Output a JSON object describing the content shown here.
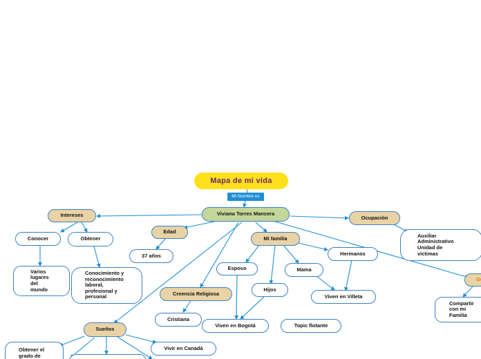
{
  "title": "Mapa de mi vida",
  "link_label": "Mi Nombre es",
  "central": "Viviana Torres Mancera",
  "branches": {
    "intereses": "Intereses",
    "conocer": "Conocer",
    "conocer_detail": "Varios lugares del mundo",
    "obtener": "Obtener",
    "obtener_detail": "Conocimiento y reconocimiento laboral, profesional y personal",
    "edad": "Edad",
    "edad_value": "37 años",
    "religion": "Creencia Religiosa",
    "religion_value": "Cristiana",
    "suenos": "Sueños",
    "suenos_grado": "Obtener el grado de",
    "suenos_canada": "Vivir en Canadá",
    "familia": "Mi familia",
    "esposo": "Esposo",
    "hijos": "Hijos",
    "mama": "Mama",
    "hermanos": "Hermanos",
    "bogota": "Viven en Bogotá",
    "villeta": "Viven en Villeta",
    "topic": "Topic flotante",
    "ocupacion": "Ocupación",
    "ocupacion_value": "Auxiliar Administrativo Unidad de victimas",
    "cut_node": "Gu",
    "compartir": "Compartir con mi Familia"
  },
  "colors": {
    "title_bg": "#ffe01a",
    "title_text": "#6a2670",
    "node_border": "#3a7fc3",
    "tan_fill": "#e9d3a6",
    "central_fill": "#c4d79a",
    "tag_fill": "#1e8fd6",
    "connector": "#1e8fd6"
  }
}
